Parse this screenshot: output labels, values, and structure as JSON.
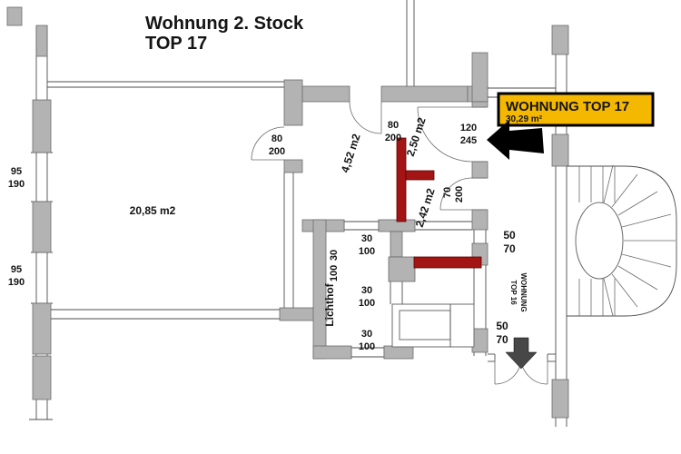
{
  "title": {
    "line1": "Wohnung 2. Stock",
    "line2": "TOP 17"
  },
  "badge": {
    "title": "WOHNUNG TOP 17",
    "area": "30,29 m²"
  },
  "rooms": {
    "main": "20,85 m2",
    "hall": "4,52 m2",
    "cabinet_top": "2,50 m2",
    "cabinet_bottom": "2,42 m2",
    "lightwell": "Lichthof",
    "neighbor_line1": "WOHNUNG",
    "neighbor_line2": "TOP 16"
  },
  "dims": {
    "window_left_upper_w": "95",
    "window_left_upper_h": "190",
    "window_left_lower_w": "95",
    "window_left_lower_h": "190",
    "door_main_w": "80",
    "door_main_h": "200",
    "door_hall_w": "80",
    "door_hall_h": "200",
    "door_entry_w": "120",
    "door_entry_h": "245",
    "door_cabinet_w": "70",
    "door_cabinet_h": "200",
    "right_upper_w": "50",
    "right_upper_h": "70",
    "right_lower_w": "50",
    "right_lower_h": "70",
    "lw_top_w": "30",
    "lw_top_h": "100",
    "lw_left_w": "30",
    "lw_left_h": "100",
    "lw_mid_w": "30",
    "lw_mid_h": "100",
    "lw_bottom_w": "30",
    "lw_bottom_h": "100"
  },
  "colors": {
    "wall": "#b3b3b3",
    "highlight": "#a31515",
    "badge_bg": "#f5b800",
    "badge_border": "#000000"
  }
}
